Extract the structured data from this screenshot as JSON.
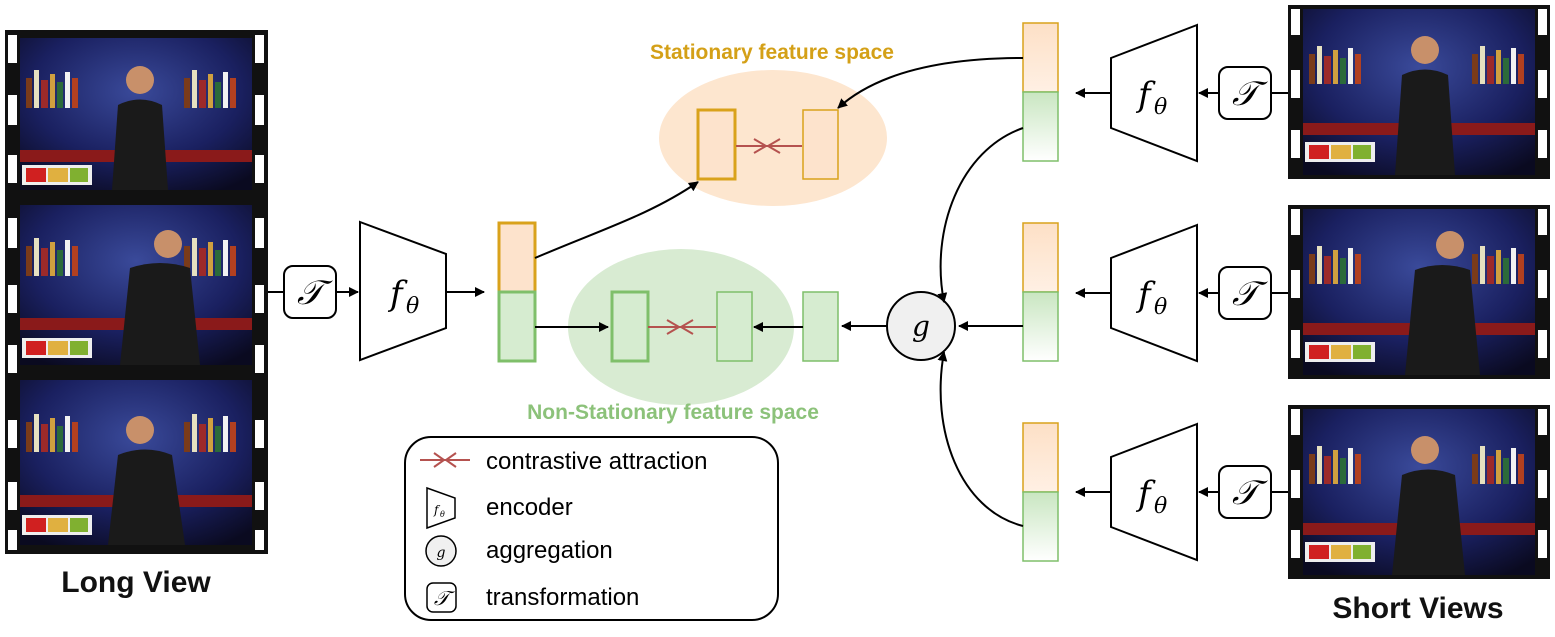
{
  "labels": {
    "stationary_space": "Stationary feature space",
    "nonstationary_space": "Non-Stationary feature space",
    "long_view": "Long View",
    "short_views": "Short Views"
  },
  "symbols": {
    "transform": "𝒯",
    "encoder_f": "f",
    "encoder_sub": "θ",
    "aggregation": "g"
  },
  "legend": {
    "items": [
      {
        "icon": "contrastive-attraction-icon",
        "label": "contrastive attraction"
      },
      {
        "icon": "encoder-icon",
        "label": "encoder"
      },
      {
        "icon": "aggregation-icon",
        "label": "aggregation"
      },
      {
        "icon": "transformation-icon",
        "label": "transformation"
      }
    ]
  },
  "colors": {
    "stationary": "#d9a21b",
    "stationary_fill": "#fde3cc",
    "nonstationary": "#7fbf6a",
    "nonstationary_fill": "#d6ecd0",
    "stationary_label": "#d4a017",
    "nonstationary_label": "#8cc27a",
    "attraction": "#b5524f"
  }
}
